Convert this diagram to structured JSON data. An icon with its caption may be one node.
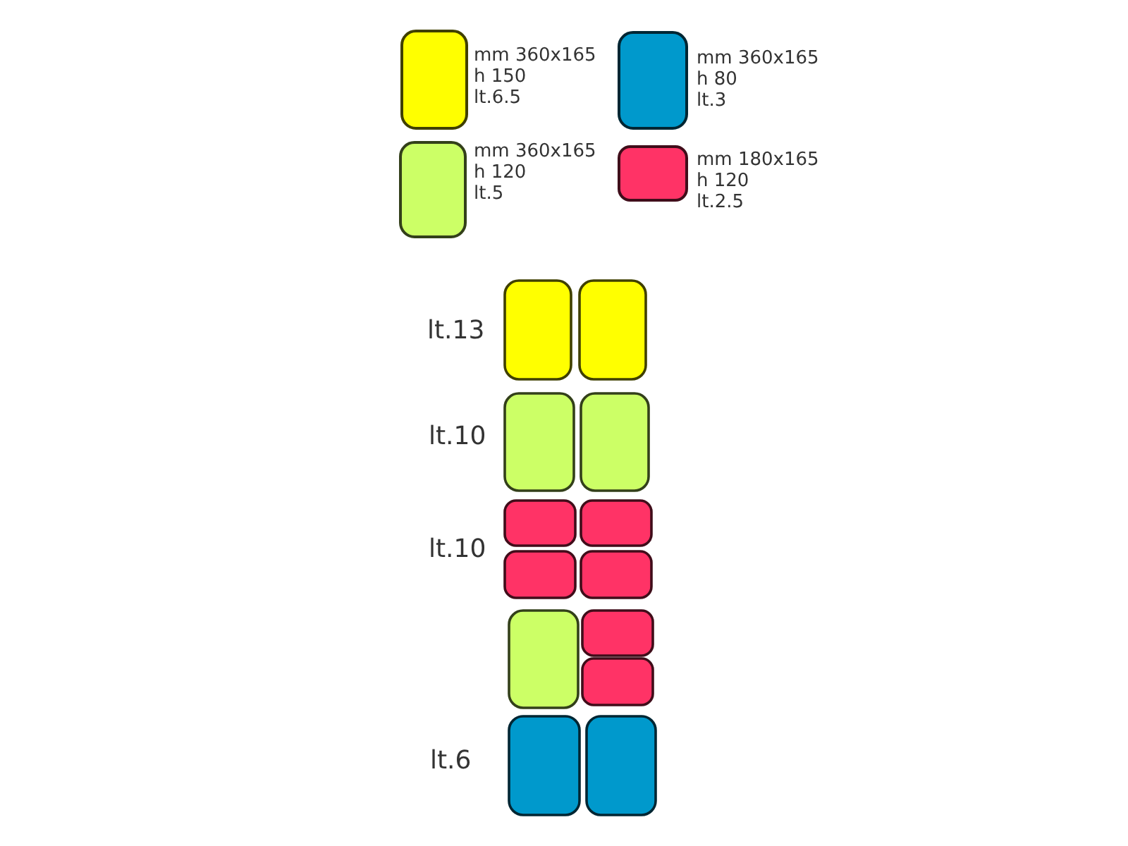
{
  "diagram": {
    "labels": [
      "lt.13",
      "lt.10",
      "lt.10",
      "lt.6"
    ],
    "legend": [
      {
        "text": "mm 360x165 h 150 lt.6.5",
        "color": "#ffff00"
      },
      {
        "text": "mm 360x165 h 80 lt.3",
        "color": "#0099cc"
      },
      {
        "text": "mm 360x165 h 120 lt.5",
        "color": "#ccff66"
      },
      {
        "text": "mm 180x165 h 120 lt.2.5",
        "color": "#ff3366"
      }
    ]
  }
}
